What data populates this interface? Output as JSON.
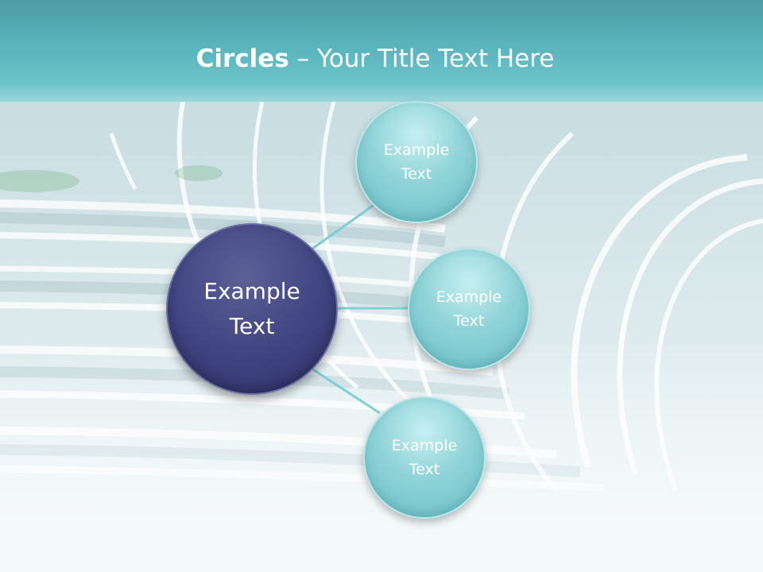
{
  "title": {
    "bold": "Circles",
    "rest": " – Your Title Text Here"
  },
  "diagram": {
    "center": {
      "label": "Example\nText"
    },
    "nodes": [
      {
        "label": "Example\nText"
      },
      {
        "label": "Example\nText"
      },
      {
        "label": "Example\nText"
      }
    ]
  },
  "colors": {
    "header": "#5ab4bc",
    "center_circle": "#3f4380",
    "node_circle": "#8fd3d8",
    "connector": "#7fcfd4"
  }
}
